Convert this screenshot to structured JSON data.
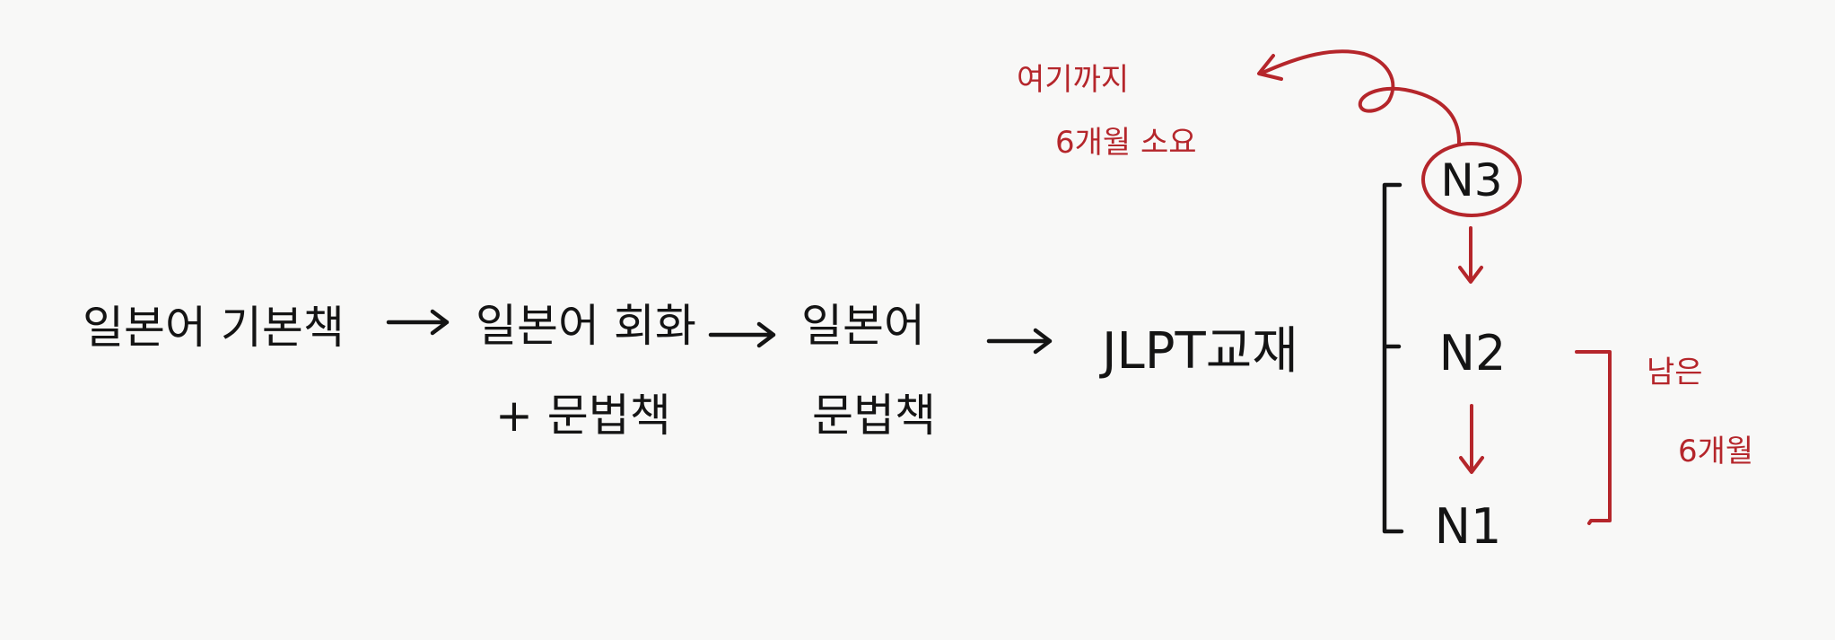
{
  "colors": {
    "background": "#f8f8f7",
    "ink": "#141414",
    "annotation": "#b5262b"
  },
  "steps": [
    {
      "line1": "일본어 기본책",
      "line2": ""
    },
    {
      "line1": "일본어 회화",
      "line2": "+ 문법책"
    },
    {
      "line1": "일본어",
      "line2": "문법책"
    },
    {
      "line1": "JLPT교재",
      "line2": ""
    }
  ],
  "levels": [
    "N3",
    "N2",
    "N1"
  ],
  "annotations": {
    "upto_here_line1": "여기까지",
    "upto_here_line2": "6개월 소요",
    "remaining_line1": "남은",
    "remaining_line2": "6개월"
  },
  "icons": {
    "flow_arrow": "arrow-right-icon",
    "level_arrow": "arrow-down-icon",
    "curved_arrow": "curved-arrow-icon"
  }
}
